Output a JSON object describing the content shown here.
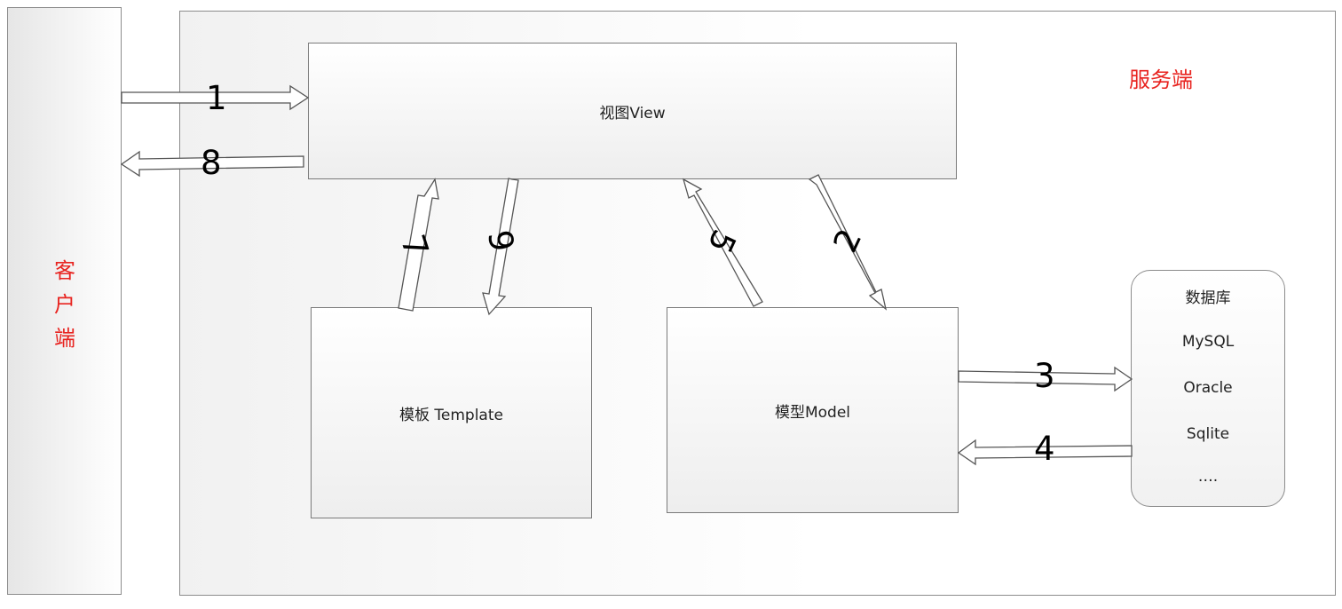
{
  "client": {
    "label": "客\n户\n端"
  },
  "server": {
    "label": "服务端"
  },
  "view": {
    "label": "视图View"
  },
  "template": {
    "label": "模板 Template"
  },
  "model": {
    "label": "模型Model"
  },
  "database": {
    "title": "数据库",
    "items": [
      "MySQL",
      "Oracle",
      "Sqlite",
      "…."
    ]
  },
  "steps": [
    "1",
    "2",
    "3",
    "4",
    "5",
    "6",
    "7",
    "8"
  ]
}
